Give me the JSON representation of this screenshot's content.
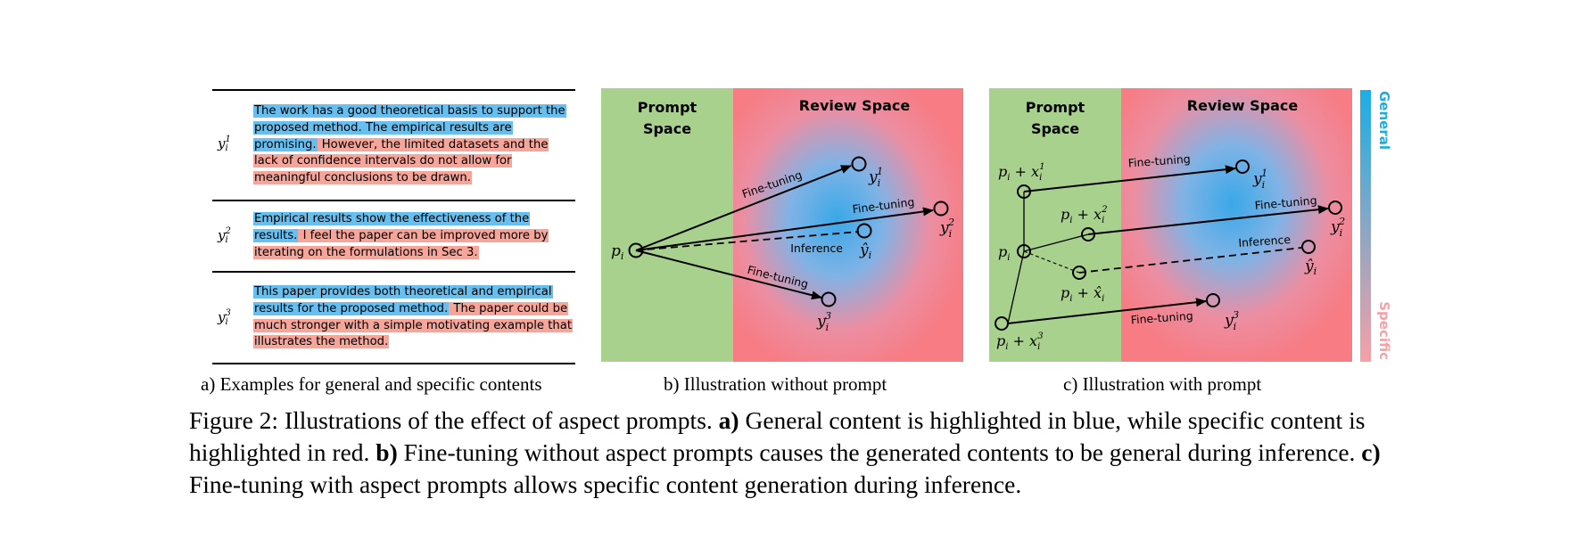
{
  "panel_a": {
    "rows": [
      {
        "label": "y_i^1",
        "label_base": "y",
        "label_sub": "i",
        "label_sup": "1",
        "segments": [
          {
            "kind": "general",
            "text": "The work has a good theoretical basis to support the proposed method. The empirical results are promising."
          },
          {
            "kind": "specific",
            "text": " However, the limited datasets and the lack of confidence intervals do not allow for meaningful conclusions to be drawn."
          }
        ]
      },
      {
        "label": "y_i^2",
        "label_base": "y",
        "label_sub": "i",
        "label_sup": "2",
        "segments": [
          {
            "kind": "general",
            "text": "Empirical results show the effectiveness of the results."
          },
          {
            "kind": "specific",
            "text": " I feel the paper can be improved more by iterating on the formulations in Sec 3."
          }
        ]
      },
      {
        "label": "y_i^3",
        "label_base": "y",
        "label_sub": "i",
        "label_sup": "3",
        "segments": [
          {
            "kind": "general",
            "text": "This paper provides both theoretical and empirical results for the proposed method."
          },
          {
            "kind": "specific",
            "text": " The paper could be much stronger with a simple motivating example that illustrates the method."
          }
        ]
      }
    ],
    "caption": "a) Examples for general and specific contents"
  },
  "panel_b": {
    "prompt_space": [
      "Prompt",
      "Space"
    ],
    "review_space": "Review Space",
    "edge_fine_tuning": "Fine-tuning",
    "edge_inference": "Inference",
    "caption": "b) Illustration without prompt"
  },
  "panel_c": {
    "prompt_space": [
      "Prompt",
      "Space"
    ],
    "review_space": "Review Space",
    "edge_fine_tuning": "Fine-tuning",
    "edge_inference": "Inference",
    "scale_general": "General",
    "scale_specific": "Specific",
    "caption": "c) Illustration with prompt"
  },
  "figure_caption": {
    "prefix": "Figure 2: Illustrations of the effect of aspect prompts. ",
    "a_label": "a)",
    "a_text": " General content is highlighted in blue, while specific content is highlighted in red. ",
    "b_label": "b)",
    "b_text": " Fine-tuning without aspect prompts causes the generated contents to be general during inference. ",
    "c_label": "c)",
    "c_text": " Fine-tuning with aspect prompts allows specific content generation during inference."
  },
  "colors": {
    "general_highlight": "#67bff0",
    "specific_highlight": "#f6a59a",
    "prompt_space": "#a9d18e",
    "review_edge": "#f77c84",
    "review_center": "#3aa8e8",
    "scale_top": "#1aaee5",
    "scale_bottom": "#f7a0a6"
  }
}
